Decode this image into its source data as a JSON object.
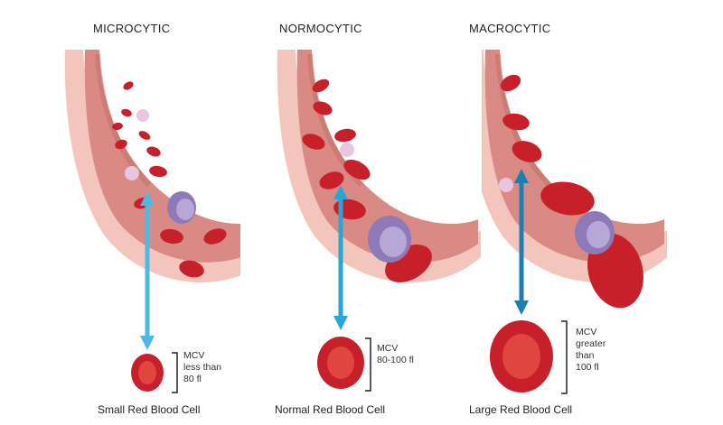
{
  "panels": [
    {
      "title": "MICROCYTIC",
      "mcv_label": "MCV\nless than\n80 fl",
      "caption": "Small Red Blood Cell"
    },
    {
      "title": "NORMOCYTIC",
      "mcv_label": "MCV\n80-100 fl",
      "caption": "Normal Red Blood Cell"
    },
    {
      "title": "MACROCYTIC",
      "mcv_label": "MCV\ngreater\nthan\n100 fl",
      "caption": "Large Red Blood Cell"
    }
  ],
  "colors": {
    "vessel_wall": "#f2b8b0",
    "vessel_inner": "#d97f7a",
    "rbc": "#c8202a",
    "rbc_center": "#e0463f",
    "white_cell": "#8e7ab8",
    "platelet": "#e8c6df",
    "arrow_micro": "#4fb9e3",
    "arrow_normo": "#29a5d8",
    "arrow_macro": "#1b7fb0"
  }
}
